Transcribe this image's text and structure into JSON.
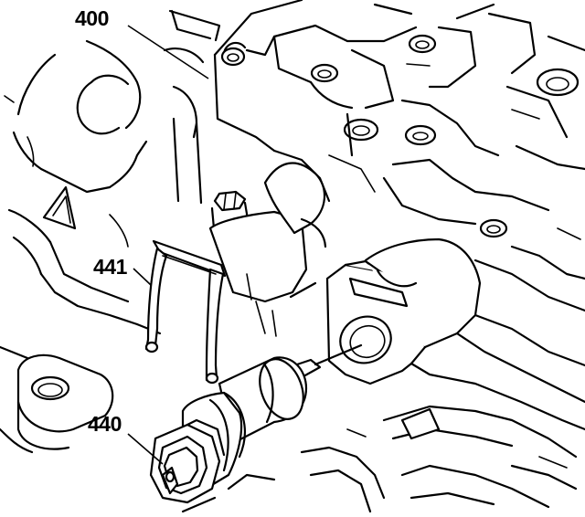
{
  "callouts": {
    "valve_body": "400",
    "retainer": "441",
    "sensor": "440"
  }
}
